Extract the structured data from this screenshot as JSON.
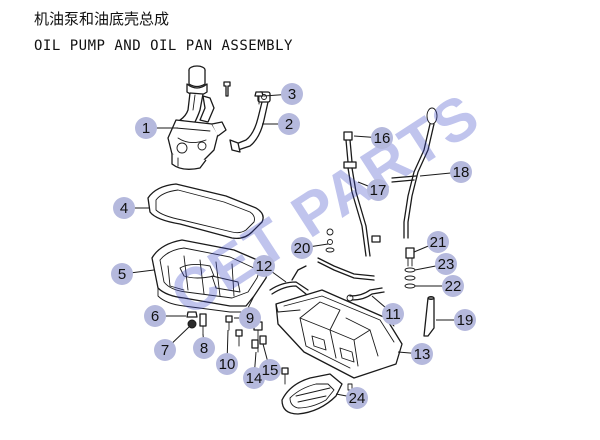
{
  "title_cn": "机油泵和油底壳总成",
  "title_en": "OIL PUMP AND OIL PAN ASSEMBLY",
  "watermark": "CET PARTS",
  "colors": {
    "callout": "#b5b9dd",
    "watermark": "#3a47c8",
    "line": "#1a1a1a"
  },
  "callouts": [
    {
      "id": "1",
      "label": "1"
    },
    {
      "id": "2",
      "label": "2"
    },
    {
      "id": "3",
      "label": "3"
    },
    {
      "id": "4",
      "label": "4"
    },
    {
      "id": "5",
      "label": "5"
    },
    {
      "id": "6",
      "label": "6"
    },
    {
      "id": "7",
      "label": "7"
    },
    {
      "id": "8",
      "label": "8"
    },
    {
      "id": "9",
      "label": "9"
    },
    {
      "id": "10",
      "label": "10"
    },
    {
      "id": "11",
      "label": "11"
    },
    {
      "id": "12",
      "label": "12"
    },
    {
      "id": "13",
      "label": "13"
    },
    {
      "id": "14",
      "label": "14"
    },
    {
      "id": "15",
      "label": "15"
    },
    {
      "id": "16",
      "label": "16"
    },
    {
      "id": "17",
      "label": "17"
    },
    {
      "id": "18",
      "label": "18"
    },
    {
      "id": "19",
      "label": "19"
    },
    {
      "id": "20",
      "label": "20"
    },
    {
      "id": "21",
      "label": "21"
    },
    {
      "id": "22",
      "label": "22"
    },
    {
      "id": "23",
      "label": "23"
    },
    {
      "id": "24",
      "label": "24"
    }
  ]
}
